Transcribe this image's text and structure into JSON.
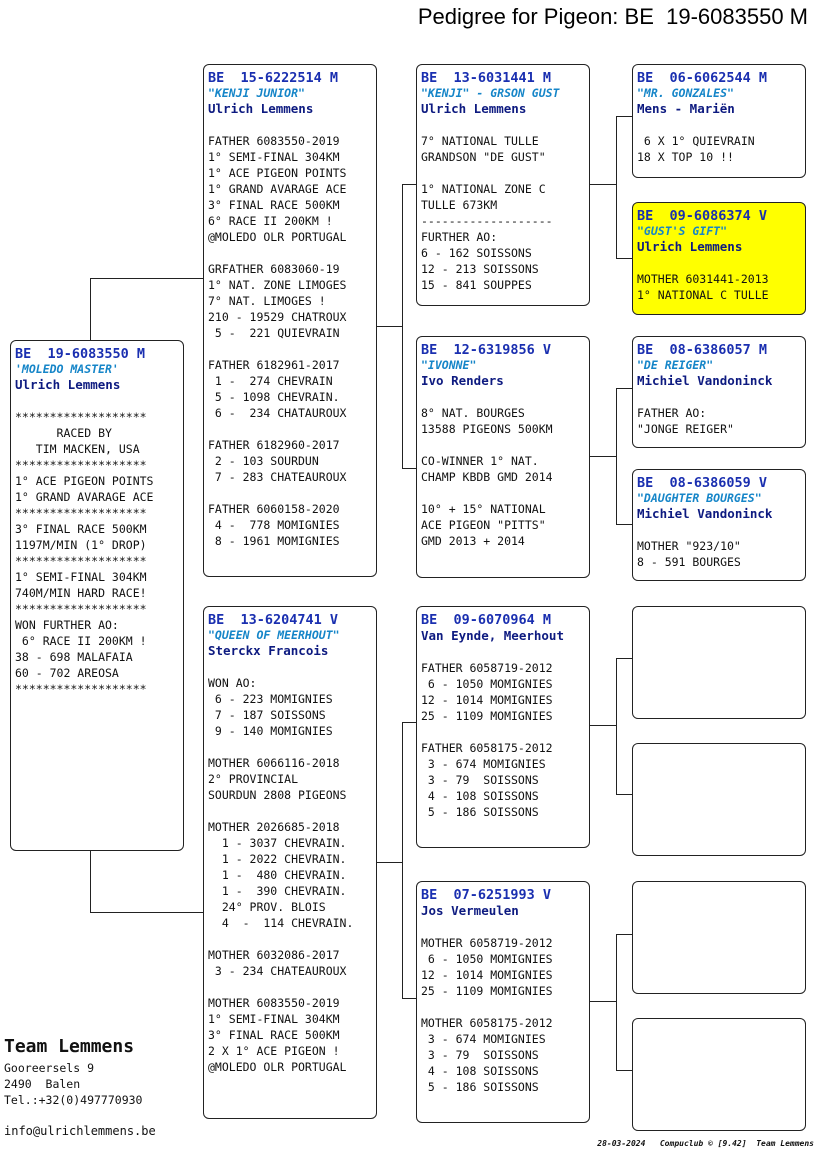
{
  "title": "Pedigree for Pigeon: BE  19-6083550 M",
  "subject": {
    "ring": "BE  19-6083550 M",
    "name": "'MOLEDO MASTER'",
    "breeder": "Ulrich Lemmens",
    "lines": [
      "*******************",
      "      RACED BY",
      "   TIM MACKEN, USA",
      "*******************",
      "1° ACE PIGEON POINTS",
      "1° GRAND AVARAGE ACE",
      "*******************",
      "3° FINAL RACE 500KM",
      "1197M/MIN (1° DROP)",
      "*******************",
      "1° SEMI-FINAL 304KM",
      "740M/MIN HARD RACE!",
      "*******************",
      "WON FURTHER AO:",
      " 6° RACE II 200KM !",
      "38 - 698 MALAFAIA",
      "60 - 702 AREOSA",
      "*******************"
    ]
  },
  "father": {
    "ring": "BE  15-6222514 M",
    "name": "\"KENJI JUNIOR\"",
    "breeder": "Ulrich Lemmens",
    "lines": [
      "FATHER 6083550-2019",
      "1° SEMI-FINAL 304KM",
      "1° ACE PIGEON POINTS",
      "1° GRAND AVARAGE ACE",
      "3° FINAL RACE 500KM",
      "6° RACE II 200KM !",
      "@MOLEDO OLR PORTUGAL",
      "",
      "GRFATHER 6083060-19",
      "1° NAT. ZONE LIMOGES",
      "7° NAT. LIMOGES !",
      "210 - 19529 CHATROUX",
      " 5 -  221 QUIEVRAIN",
      "",
      "FATHER 6182961-2017",
      " 1 -  274 CHEVRAIN",
      " 5 - 1098 CHEVRAIN.",
      " 6 -  234 CHATAUROUX",
      "",
      "FATHER 6182960-2017",
      " 2 - 103 SOURDUN",
      " 7 - 283 CHATEAUROUX",
      "",
      "FATHER 6060158-2020",
      " 4 -  778 MOMIGNIES",
      " 8 - 1961 MOMIGNIES"
    ]
  },
  "mother": {
    "ring": "BE  13-6204741 V",
    "name": "\"QUEEN OF MEERHOUT\"",
    "breeder": "Sterckx Francois",
    "lines": [
      "WON AO:",
      " 6 - 223 MOMIGNIES",
      " 7 - 187 SOISSONS",
      " 9 - 140 MOMIGNIES",
      "",
      "MOTHER 6066116-2018",
      "2° PROVINCIAL",
      "SOURDUN 2808 PIGEONS",
      "",
      "MOTHER 2026685-2018",
      "  1 - 3037 CHEVRAIN.",
      "  1 - 2022 CHEVRAIN.",
      "  1 -  480 CHEVRAIN.",
      "  1 -  390 CHEVRAIN.",
      "  24° PROV. BLOIS",
      "  4  -  114 CHEVRAIN.",
      "",
      "MOTHER 6032086-2017",
      " 3 - 234 CHATEAUROUX",
      "",
      "MOTHER 6083550-2019",
      "1° SEMI-FINAL 304KM",
      "3° FINAL RACE 500KM",
      "2 X 1° ACE PIGEON !",
      "@MOLEDO OLR PORTUGAL"
    ]
  },
  "ff": {
    "ring": "BE  13-6031441 M",
    "name": "\"KENJI\" - GRSON GUST",
    "breeder": "Ulrich Lemmens",
    "lines": [
      "7° NATIONAL TULLE",
      "GRANDSON \"DE GUST\"",
      "",
      "1° NATIONAL ZONE C",
      "TULLE 673KM",
      "-------------------",
      "FURTHER AO:",
      "6 - 162 SOISSONS",
      "12 - 213 SOISSONS",
      "15 - 841 SOUPPES"
    ]
  },
  "fm": {
    "ring": "BE  12-6319856 V",
    "name": "\"IVONNE\"",
    "breeder": "Ivo Renders",
    "lines": [
      "8° NAT. BOURGES",
      "13588 PIGEONS 500KM",
      "",
      "CO-WINNER 1° NAT.",
      "CHAMP KBDB GMD 2014",
      "",
      "10° + 15° NATIONAL",
      "ACE PIGEON \"PITTS\"",
      "GMD 2013 + 2014"
    ]
  },
  "mf": {
    "ring": "BE  09-6070964 M",
    "name": "",
    "breeder": "Van Eynde, Meerhout",
    "lines": [
      "FATHER 6058719-2012",
      " 6 - 1050 MOMIGNIES",
      "12 - 1014 MOMIGNIES",
      "25 - 1109 MOMIGNIES",
      "",
      "FATHER 6058175-2012",
      " 3 - 674 MOMIGNIES",
      " 3 - 79  SOISSONS",
      " 4 - 108 SOISSONS",
      " 5 - 186 SOISSONS"
    ]
  },
  "mm": {
    "ring": "BE  07-6251993 V",
    "name": "",
    "breeder": "Jos Vermeulen",
    "lines": [
      "MOTHER 6058719-2012",
      " 6 - 1050 MOMIGNIES",
      "12 - 1014 MOMIGNIES",
      "25 - 1109 MOMIGNIES",
      "",
      "MOTHER 6058175-2012",
      " 3 - 674 MOMIGNIES",
      " 3 - 79  SOISSONS",
      " 4 - 108 SOISSONS",
      " 5 - 186 SOISSONS"
    ]
  },
  "fff": {
    "ring": "BE  06-6062544 M",
    "name": "\"MR. GONZALES\"",
    "breeder": "Mens - Mariën",
    "lines": [
      " 6 X 1° QUIEVRAIN",
      "18 X TOP 10 !!"
    ]
  },
  "ffm": {
    "ring": "BE  09-6086374 V",
    "name": "\"GUST'S GIFT\"",
    "breeder": "Ulrich Lemmens",
    "lines": [
      "MOTHER 6031441-2013",
      "1° NATIONAL C TULLE"
    ]
  },
  "fmf": {
    "ring": "BE  08-6386057 M",
    "name": "\"DE REIGER\"",
    "breeder": "Michiel Vandoninck",
    "lines": [
      "FATHER AO:",
      "\"JONGE REIGER\""
    ]
  },
  "fmm": {
    "ring": "BE  08-6386059 V",
    "name": "\"DAUGHTER BOURGES\"",
    "breeder": "Michiel Vandoninck",
    "lines": [
      "MOTHER \"923/10\"",
      "8 - 591 BOURGES"
    ]
  },
  "owner": {
    "team": "Team Lemmens",
    "street": "Gooreersels 9",
    "city": "2490  Balen",
    "phone": "Tel.:+32(0)497770930",
    "email": "info@ulrichlemmens.be"
  },
  "footer": "28-03-2024   Compuclub © [9.42]  Team Lemmens",
  "colors": {
    "ring": "#1a2fb0",
    "name": "#1585c8",
    "breeder": "#0d1a80",
    "highlight": "#ffff00"
  }
}
